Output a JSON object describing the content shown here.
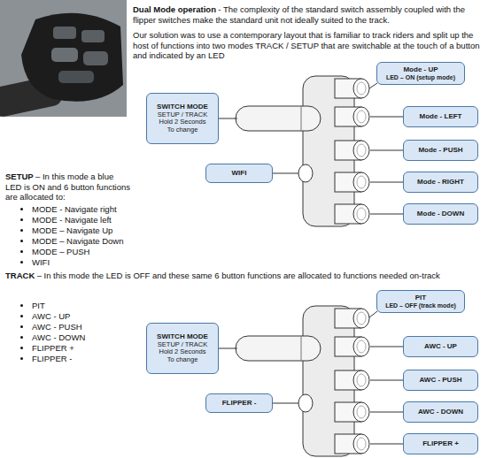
{
  "diagram": {
    "title": "Dual Mode operation",
    "nodes": [
      {
        "text": [
          "SWITCH MODE",
          "SETUP / TRACK",
          "Hold 2 Seconds To change"
        ]
      },
      {
        "text": [
          "Mode - UP",
          "LED – ON (setup mode)"
        ]
      },
      {
        "text": [
          "Mode - LEFT"
        ]
      },
      {
        "text": [
          "WIFI"
        ]
      },
      {
        "text": [
          "Mode - PUSH"
        ]
      },
      {
        "text": [
          "Mode - RIGHT"
        ]
      },
      {
        "text": [
          "Mode - DOWN"
        ]
      },
      {
        "text": [
          "SWITCH MODE",
          "SETUP / TRACK",
          "Hold 2 Seconds To change"
        ]
      },
      {
        "text": [
          "PIT",
          "LED – OFF (track mode)"
        ]
      },
      {
        "text": [
          "AWC - UP"
        ]
      },
      {
        "text": [
          "AWC - PUSH"
        ]
      },
      {
        "text": [
          "FLIPPER -"
        ]
      },
      {
        "text": [
          "AWC - DOWN"
        ]
      },
      {
        "text": [
          "FLIPPER +"
        ]
      }
    ],
    "labels": [
      "- The complexity of the standard switch assembly coupled with the flipper switches make the standard unit not ideally suited to the track.",
      "Our solution was to use a contemporary layout that is familiar to track riders and split up the host of functions into two modes TRACK / SETUP that are switchable at the touch of a button and indicated by an LED",
      "SETUP",
      "– In this mode a blue LED is ON and 6 button functions are allocated to:",
      "MODE - Navigate right",
      "MODE - Navigate left",
      "MODE – Navigate Up",
      "MODE – Navigate Down",
      "MODE – PUSH",
      "WIFI",
      "TRACK",
      "– In this mode the LED is OFF and these same 6 button functions are allocated to functions needed on-track",
      "PIT",
      "AWC - UP",
      "AWC - PUSH",
      "AWC - DOWN",
      "FLIPPER +",
      "FLIPPER -"
    ]
  }
}
